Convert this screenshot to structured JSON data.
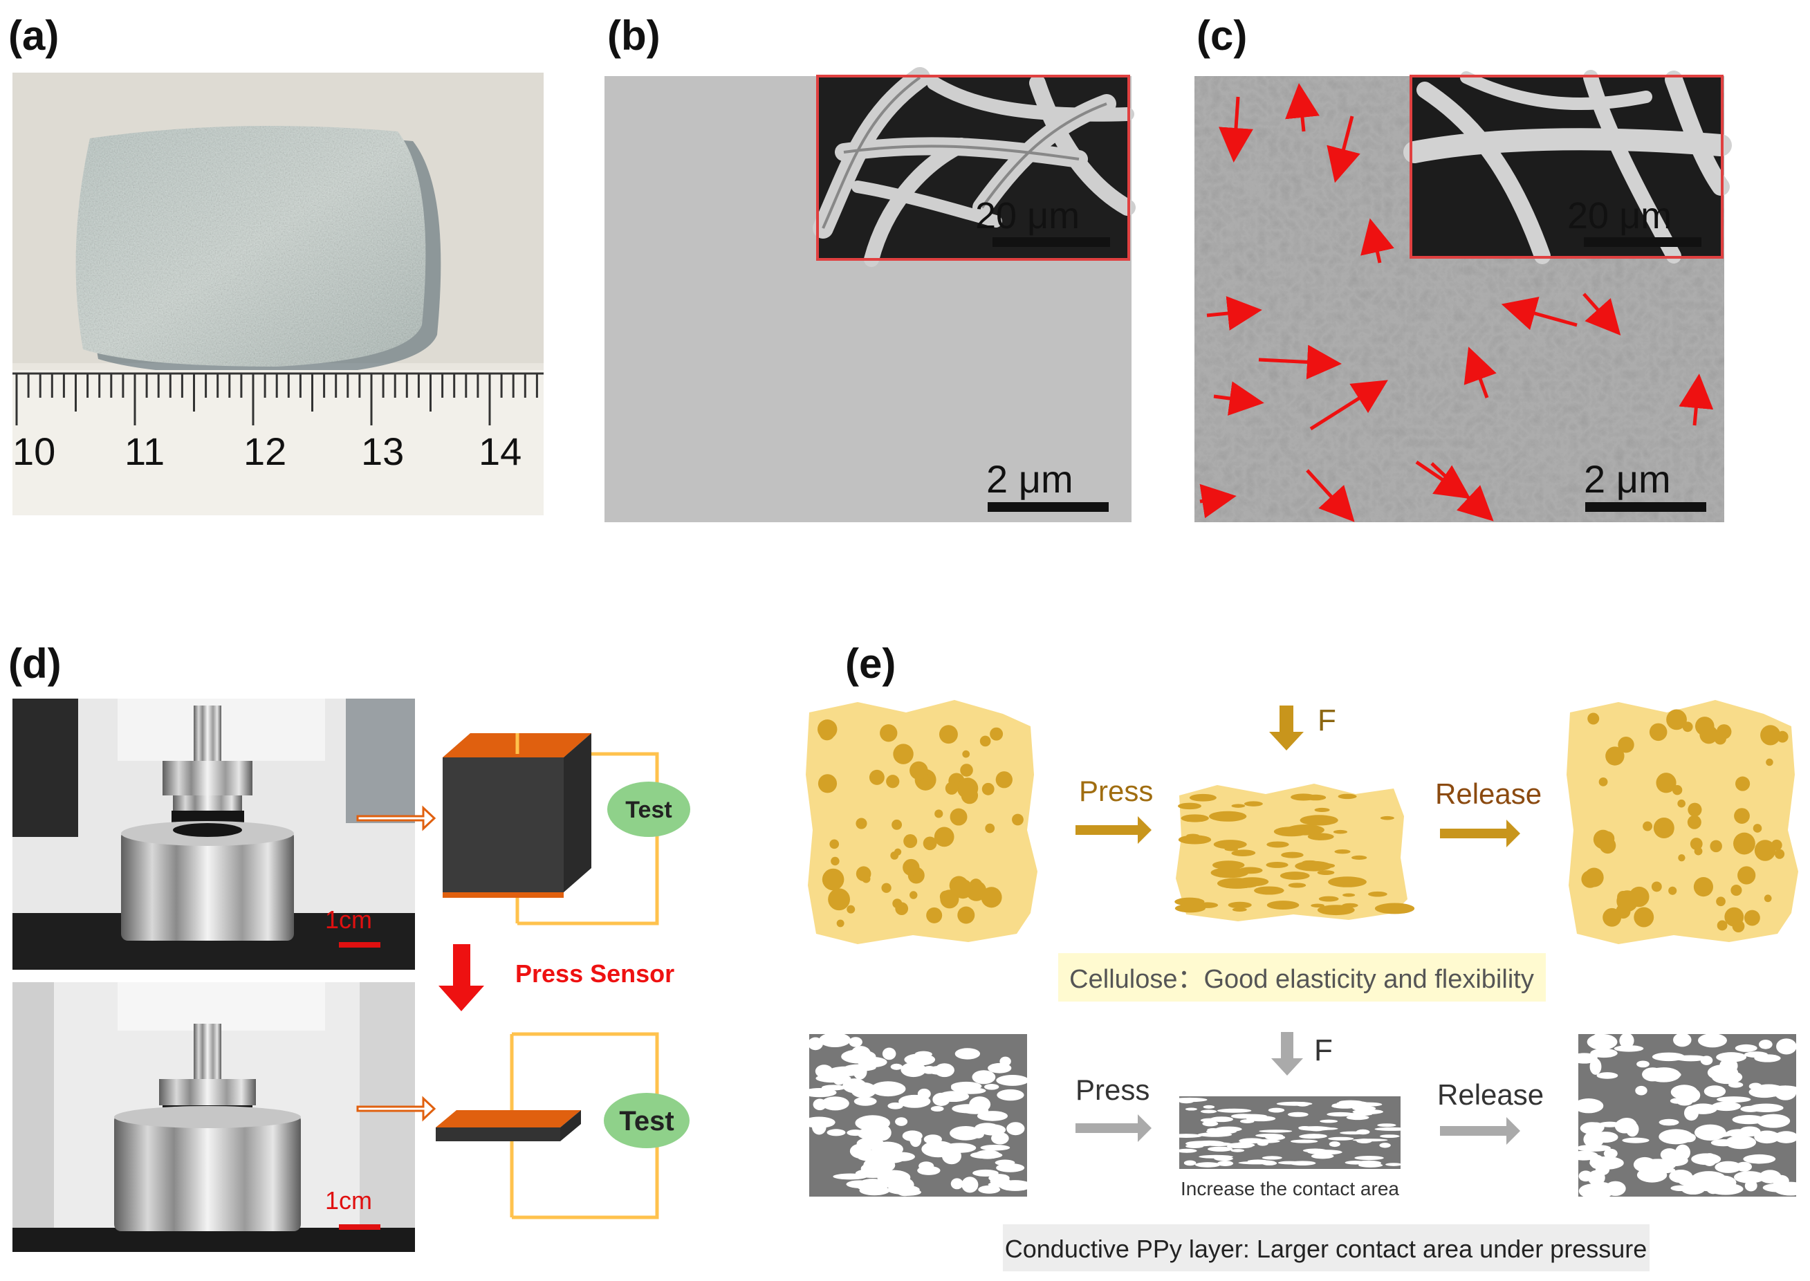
{
  "panels": {
    "a": {
      "label": "(a)",
      "ruler": [
        "10",
        "11",
        "12",
        "13",
        "14"
      ]
    },
    "b": {
      "label": "(b)",
      "inset_scale": "20 μm",
      "scale": "2 μm"
    },
    "c": {
      "label": "(c)",
      "inset_scale": "20 μm",
      "scale": "2 μm"
    },
    "d": {
      "label": "(d)",
      "scale_top": "1cm",
      "scale_bottom": "1cm",
      "test_top": "Test",
      "test_bottom": "Test",
      "press_sensor": "Press Sensor"
    },
    "e": {
      "label": "(e)",
      "force_top": "F",
      "press_top": "Press",
      "release_top": "Release",
      "cellulose_caption": "Cellulose：Good elasticity and flexibility",
      "force_bottom": "F",
      "press_bottom": "Press",
      "release_bottom": "Release",
      "contact_caption": "Increase the contact area",
      "ppy_caption": "Conductive PPy layer: Larger contact area under pressure"
    }
  },
  "colors": {
    "sponge_fill": "#f8dc8a",
    "sponge_pore": "#d4a126",
    "arrow_gold": "#c8951c",
    "arrow_gray": "#aaaaaa",
    "ppy_gray": "#777777",
    "red": "#ee1111",
    "orange": "#e0600f",
    "yellow_wire": "#ffc24d",
    "test_green": "#8fd18a",
    "caption_bg": "#fffad0"
  }
}
